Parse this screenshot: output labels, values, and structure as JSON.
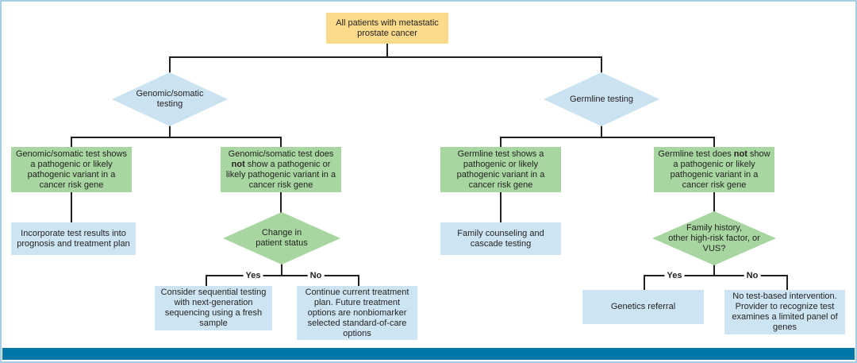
{
  "colors": {
    "root_fill": "#FBDA8B",
    "decision_blue_fill": "#CBE3F1",
    "outcome_blue_fill": "#CDE5F2",
    "green_fill": "#A7D6A1",
    "line": "#231F20",
    "frame_border": "#A5CDE6",
    "footer_bar": "#0077A8"
  },
  "flow": {
    "root": "All patients with metastatic prostate cancer",
    "genomic": {
      "decision_lines": [
        "Genomic/somatic",
        "testing"
      ],
      "positive_result": "Genomic/somatic test shows a pathogenic or likely pathogenic variant in a cancer risk gene",
      "positive_action": "Incorporate test results into prognosis and treatment plan",
      "negative_result": {
        "prefix": "Genomic/somatic test does ",
        "bold": "not",
        "suffix": " show a pathogenic or likely pathogenic variant in a cancer risk gene"
      },
      "status_decision_lines": [
        "Change in",
        "patient status"
      ],
      "yes_label": "Yes",
      "no_label": "No",
      "yes_action": "Consider sequential testing with next-generation sequencing using a fresh sample",
      "no_action": "Continue current treatment plan. Future treatment options are nonbiomarker selected standard-of-care options"
    },
    "germline": {
      "decision_lines": [
        "Germline testing"
      ],
      "positive_result": "Germline test shows a pathogenic or likely pathogenic variant in a cancer risk gene",
      "positive_action": "Family counseling and cascade testing",
      "negative_result": {
        "prefix": "Germline test does ",
        "bold": "not",
        "suffix": " show a pathogenic or likely pathogenic variant in a cancer risk gene"
      },
      "history_decision_lines": [
        "Family history,",
        "other high-risk factor, or",
        "VUS?"
      ],
      "yes_label": "Yes",
      "no_label": "No",
      "yes_action": "Genetics referral",
      "no_action": "No test-based intervention. Provider to recognize test examines a limited panel of genes"
    }
  }
}
